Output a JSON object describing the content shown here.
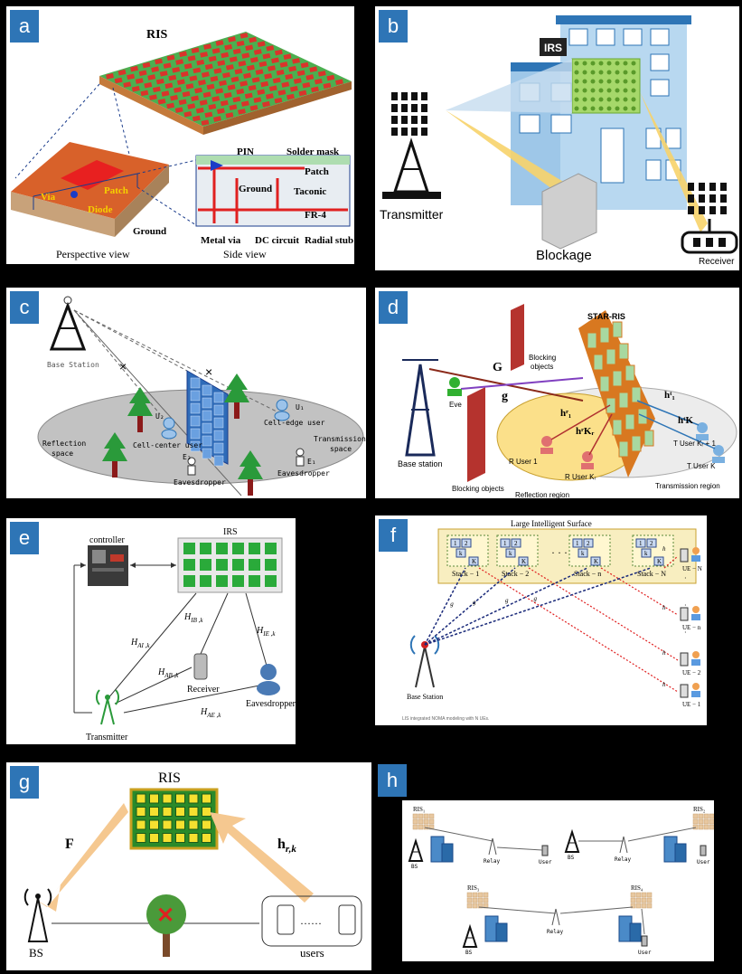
{
  "panels": {
    "a": {
      "tag": "a",
      "ris": "RIS",
      "pin": "PIN",
      "solder_mask": "Solder mask",
      "patch_side": "Patch",
      "taconic": "Taconic",
      "ground_side": "Ground",
      "fr4": "FR-4",
      "via": "Via",
      "patch": "Patch",
      "diode": "Diode",
      "ground": "Ground",
      "metal_via": "Metal via",
      "dc_circuit": "DC circuit",
      "radial_stub": "Radial stub",
      "perspective": "Perspective view",
      "side": "Side view"
    },
    "b": {
      "tag": "b",
      "irs": "IRS",
      "transmitter": "Transmitter",
      "blockage": "Blockage",
      "receiver": "Receiver"
    },
    "c": {
      "tag": "c",
      "base_station": "Base Station",
      "u2": "U₂",
      "cell_center": "Cell-center user",
      "u1": "U₁",
      "cell_edge": "Cell-edge user",
      "e2": "E₂",
      "eaves1": "Eavesdropper",
      "e1": "E₁",
      "eaves2": "Eavesdropper",
      "reflection": "Reflection",
      "space1": "space",
      "transmission": "Transmission",
      "space2": "space"
    },
    "d": {
      "tag": "d",
      "star_ris": "STAR-RIS",
      "blocking1": "Blocking",
      "objects1": "objects",
      "G": "G",
      "g": "g",
      "eve": "Eve",
      "base_station": "Base station",
      "hr1": "hʳ₁",
      "hrk": "hʳKᵣ",
      "ht1": "hᵗ₁",
      "htk": "hᵗK",
      "r_user1": "R User 1",
      "r_userk": "R User Kᵣ",
      "t_user1": "T User Kᵣ + 1",
      "t_userk": "T User K",
      "blocking2": "Blocking objects",
      "reflection_region": "Reflection region",
      "transmission_region": "Transmission region"
    },
    "e": {
      "tag": "e",
      "controller": "controller",
      "irs": "IRS",
      "h_ai": "H",
      "h_ai_sub": "AI ,k",
      "h_ib": "H",
      "h_ib_sub": "IB ,k",
      "h_ie": "H",
      "h_ie_sub": "IE ,k",
      "h_ab": "H",
      "h_ab_sub": "AB ,k",
      "h_ae": "H",
      "h_ae_sub": "AE ,k",
      "receiver": "Receiver",
      "eavesdropper": "Eavesdropper",
      "transmitter": "Transmitter"
    },
    "f": {
      "tag": "f",
      "title": "Large Intelligent Surface",
      "stacks": [
        "Stack − 1",
        "Stack − 2",
        "Stack − n",
        "Stack − N"
      ],
      "cell1": "1",
      "cell2": "2",
      "cellk": "k",
      "cellK": "K",
      "dots": "· · ·",
      "ues": [
        "UE − N",
        "UE − n",
        "UE − 2",
        "UE − 1"
      ],
      "g_labels": [
        "g",
        "g",
        "g",
        "g"
      ],
      "h_labels": [
        "h",
        "h",
        "h",
        "h"
      ],
      "base_station": "Base Station",
      "caption": "LIS integrated NOMA modeling with N UEs."
    },
    "g": {
      "tag": "g",
      "ris": "RIS",
      "F": "F",
      "h": "h",
      "h_sub": "r,k",
      "bs": "BS",
      "users": "users",
      "dots": "······"
    },
    "h": {
      "tag": "h",
      "ris1": "RIS₁",
      "ris2": "RIS₂",
      "ris3": "RIS₃",
      "ris4": "RIS₄",
      "bs": "BS",
      "relay": "Relay",
      "user": "User"
    }
  },
  "colors": {
    "tag_bg": "#2e75b6",
    "ris_red": "#d9342b",
    "ris_green": "#5cb85c",
    "yellow": "#f5c518",
    "orange": "#f4c28b"
  }
}
